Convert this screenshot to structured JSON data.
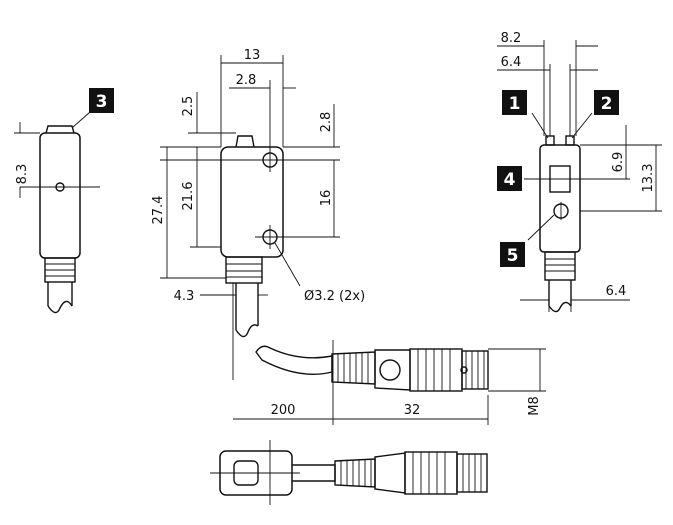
{
  "dimensions": {
    "d13": "13",
    "d2_8_top": "2.8",
    "d2_5": "2.5",
    "d2_8_right": "2.8",
    "d27_4": "27.4",
    "d21_6": "21.6",
    "d16": "16",
    "d4_3": "4.3",
    "hole": "Ø3.2 (2x)",
    "d8_3": "8.3",
    "d8_2": "8.2",
    "d6_4_top": "6.4",
    "d6_9": "6.9",
    "d13_3": "13.3",
    "d6_4_bottom": "6.4",
    "d200": "200",
    "d32": "32",
    "m8": "M8"
  },
  "callouts": {
    "c1": "1",
    "c2": "2",
    "c3": "3",
    "c4": "4",
    "c5": "5"
  }
}
